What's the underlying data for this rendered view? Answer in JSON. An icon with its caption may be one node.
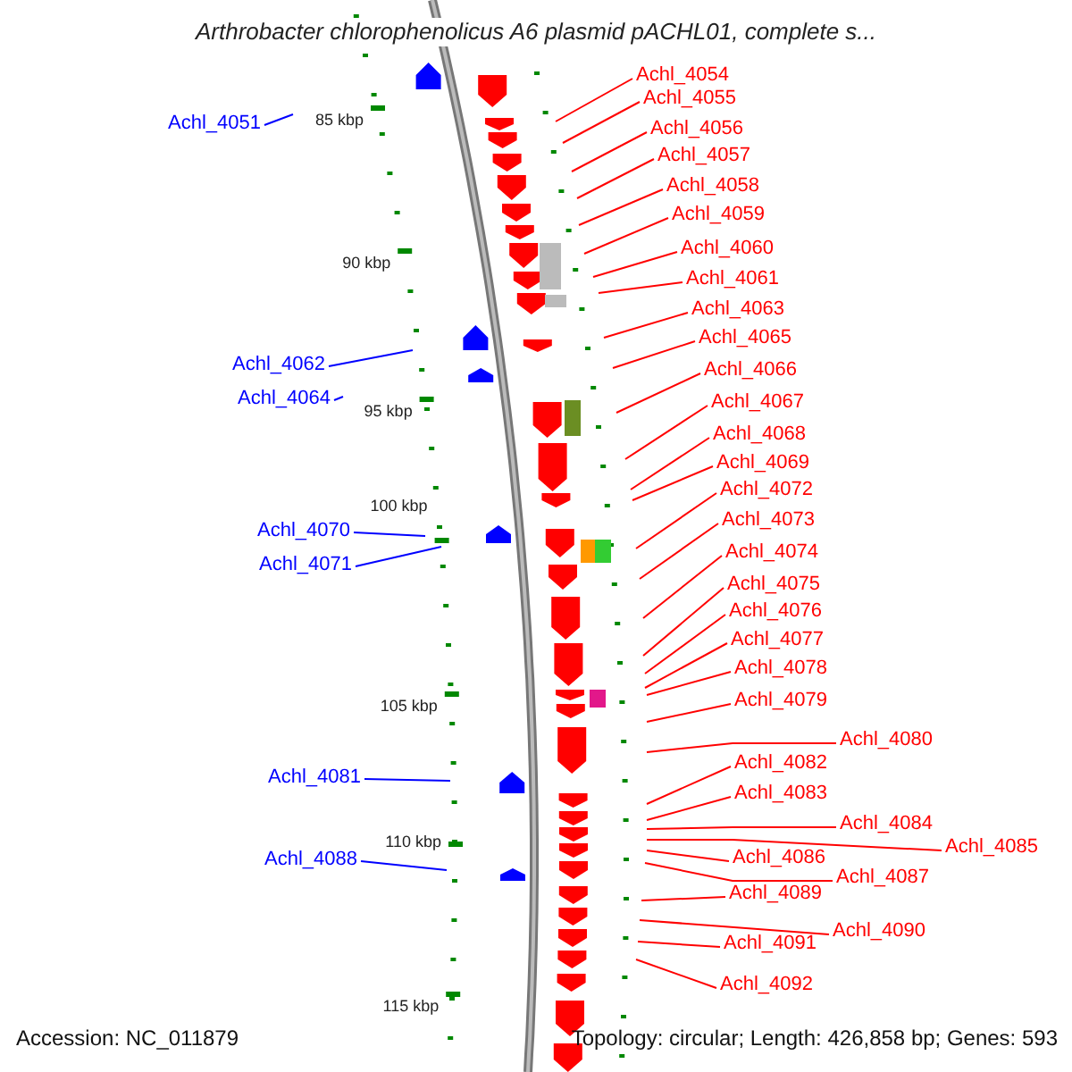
{
  "diagram": {
    "title": "Arthrobacter chlorophenolicus A6 plasmid pACHL01, complete s...",
    "nodes": [
      {
        "text": [
          "Achl_4051"
        ]
      },
      {
        "text": [
          "Achl_4054"
        ]
      },
      {
        "text": [
          "Achl_4055"
        ]
      },
      {
        "text": [
          "Achl_4056"
        ]
      },
      {
        "text": [
          "Achl_4057"
        ]
      },
      {
        "text": [
          "Achl_4058"
        ]
      },
      {
        "text": [
          "Achl_4059"
        ]
      },
      {
        "text": [
          "Achl_4060"
        ]
      },
      {
        "text": [
          "Achl_4061"
        ]
      },
      {
        "text": [
          "Achl_4062"
        ]
      },
      {
        "text": [
          "Achl_4063"
        ]
      },
      {
        "text": [
          "Achl_4064"
        ]
      },
      {
        "text": [
          "Achl_4065"
        ]
      },
      {
        "text": [
          "Achl_4066"
        ]
      },
      {
        "text": [
          "Achl_4067"
        ]
      },
      {
        "text": [
          "Achl_4068"
        ]
      },
      {
        "text": [
          "Achl_4069"
        ]
      },
      {
        "text": [
          "Achl_4070"
        ]
      },
      {
        "text": [
          "Achl_4071"
        ]
      },
      {
        "text": [
          "Achl_4072"
        ]
      },
      {
        "text": [
          "Achl_4073"
        ]
      },
      {
        "text": [
          "Achl_4074"
        ]
      },
      {
        "text": [
          "Achl_4075"
        ]
      },
      {
        "text": [
          "Achl_4076"
        ]
      },
      {
        "text": [
          "Achl_4077"
        ]
      },
      {
        "text": [
          "Achl_4078"
        ]
      },
      {
        "text": [
          "Achl_4079"
        ]
      },
      {
        "text": [
          "Achl_4080"
        ]
      },
      {
        "text": [
          "Achl_4081"
        ]
      },
      {
        "text": [
          "Achl_4082"
        ]
      },
      {
        "text": [
          "Achl_4083"
        ]
      },
      {
        "text": [
          "Achl_4084"
        ]
      },
      {
        "text": [
          "Achl_4085"
        ]
      },
      {
        "text": [
          "Achl_4086"
        ]
      },
      {
        "text": [
          "Achl_4087"
        ]
      },
      {
        "text": [
          "Achl_4088"
        ]
      },
      {
        "text": [
          "Achl_4089"
        ]
      },
      {
        "text": [
          "Achl_4090"
        ]
      },
      {
        "text": [
          "Achl_4091"
        ]
      },
      {
        "text": [
          "Achl_4092"
        ]
      }
    ],
    "edges": [
      {
        "from": 0,
        "to": null,
        "arrow": "none",
        "color": "#0000ff"
      },
      {
        "from": 1,
        "to": null,
        "arrow": "none"
      },
      {
        "from": 2,
        "to": null,
        "arrow": "none"
      },
      {
        "from": 3,
        "to": null,
        "arrow": "none"
      },
      {
        "from": 4,
        "to": null,
        "arrow": "none"
      },
      {
        "from": 5,
        "to": null,
        "arrow": "none"
      },
      {
        "from": 6,
        "to": null,
        "arrow": "none"
      },
      {
        "from": 7,
        "to": null,
        "arrow": "none"
      },
      {
        "from": 8,
        "to": null,
        "arrow": "none"
      },
      {
        "from": 9,
        "to": null,
        "arrow": "none",
        "color": "#0000ff"
      },
      {
        "from": 10,
        "to": null,
        "arrow": "none"
      },
      {
        "from": 11,
        "to": null,
        "arrow": "none",
        "color": "#0000ff"
      },
      {
        "from": 12,
        "to": null,
        "arrow": "none"
      },
      {
        "from": 13,
        "to": null,
        "arrow": "none"
      },
      {
        "from": 14,
        "to": null,
        "arrow": "none"
      },
      {
        "from": 15,
        "to": null,
        "arrow": "none"
      },
      {
        "from": 16,
        "to": null,
        "arrow": "none"
      },
      {
        "from": 17,
        "to": null,
        "arrow": "none",
        "color": "#0000ff"
      },
      {
        "from": 18,
        "to": null,
        "arrow": "none",
        "color": "#0000ff"
      },
      {
        "from": 19,
        "to": null,
        "arrow": "none"
      },
      {
        "from": 20,
        "to": null,
        "arrow": "none"
      },
      {
        "from": 21,
        "to": null,
        "arrow": "none"
      },
      {
        "from": 22,
        "to": null,
        "arrow": "none"
      },
      {
        "from": 23,
        "to": null,
        "arrow": "none"
      },
      {
        "from": 24,
        "to": null,
        "arrow": "none"
      },
      {
        "from": 25,
        "to": null,
        "arrow": "none"
      },
      {
        "from": 26,
        "to": null,
        "arrow": "none"
      },
      {
        "from": 27,
        "to": null,
        "arrow": "none"
      },
      {
        "from": 28,
        "to": null,
        "arrow": "none",
        "color": "#0000ff"
      },
      {
        "from": 29,
        "to": null,
        "arrow": "none"
      },
      {
        "from": 30,
        "to": null,
        "arrow": "none"
      },
      {
        "from": 31,
        "to": null,
        "arrow": "none"
      },
      {
        "from": 32,
        "to": null,
        "arrow": "none"
      },
      {
        "from": 33,
        "to": null,
        "arrow": "none"
      },
      {
        "from": 34,
        "to": null,
        "arrow": "none"
      },
      {
        "from": 35,
        "to": null,
        "arrow": "none",
        "color": "#0000ff"
      },
      {
        "from": 36,
        "to": null,
        "arrow": "none"
      },
      {
        "from": 37,
        "to": null,
        "arrow": "none"
      },
      {
        "from": 38,
        "to": null,
        "arrow": "none"
      },
      {
        "from": 39,
        "to": null,
        "arrow": "none"
      }
    ],
    "labels": [
      "85 kbp",
      "90 kbp",
      "95 kbp",
      "100 kbp",
      "105 kbp",
      "110 kbp",
      "115 kbp",
      "Accession: NC_011879",
      "Topology: circular; Length: 426,858 bp; Genes: 593"
    ]
  }
}
